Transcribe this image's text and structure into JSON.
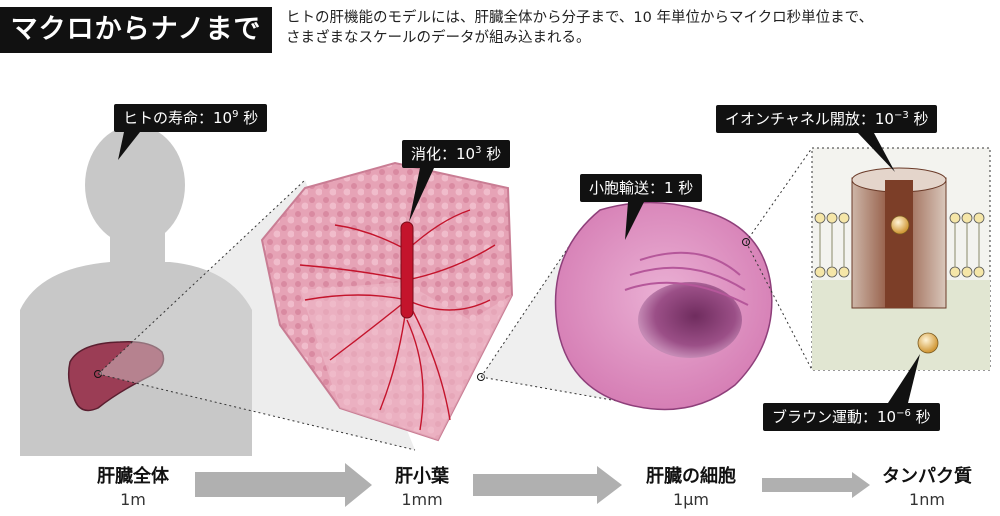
{
  "header": {
    "title": "マクロからナノまで",
    "description_line1": "ヒトの肝機能のモデルには、肝臓全体から分子まで、10 年単位からマイクロ秒単位まで、",
    "description_line2": "さまざまなスケールのデータが組み込まれる。"
  },
  "callouts": {
    "human": {
      "label": "ヒトの寿命：10",
      "exp": "9",
      "unit": " 秒"
    },
    "digestion": {
      "label": "消化：10",
      "exp": "3",
      "unit": " 秒"
    },
    "vesicle": {
      "label": "小胞輸送：1 秒",
      "exp": "",
      "unit": ""
    },
    "ion_channel": {
      "label": "イオンチャネル開放：10",
      "exp": "−3",
      "unit": " 秒"
    },
    "brownian": {
      "label": "ブラウン運動：10",
      "exp": "−6",
      "unit": " 秒"
    }
  },
  "stages": [
    {
      "name": "肝臓全体",
      "scale": "1m"
    },
    {
      "name": "肝小葉",
      "scale": "1mm"
    },
    {
      "name": "肝臓の細胞",
      "scale": "1μm"
    },
    {
      "name": "タンパク質",
      "scale": "1nm"
    }
  ],
  "colors": {
    "silhouette": "#c8c8c8",
    "liver": "#9b3d55",
    "lobule": "#e8a8b8",
    "vessel": "#c4142c",
    "cell": "#dc8cc0",
    "nucleus": "#8e3f7a",
    "channel": "#a9694f",
    "arrow": "#b0b0b0"
  }
}
